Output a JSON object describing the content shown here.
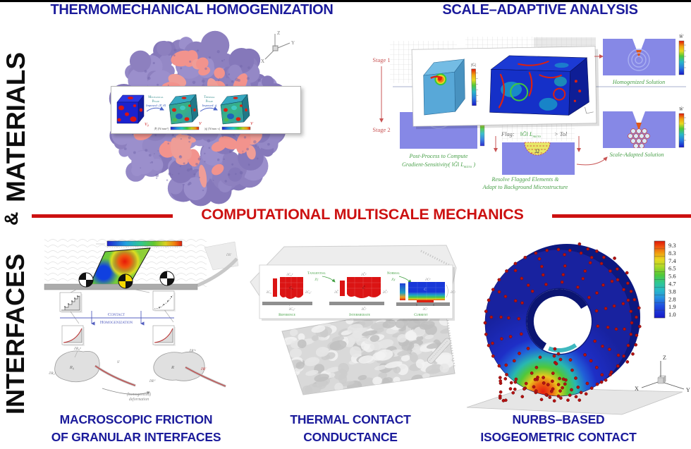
{
  "side": {
    "materials": "MATERIALS",
    "amp": "&",
    "interfaces": "INTERFACES"
  },
  "banner": {
    "title": "COMPUTATIONAL MULTISCALE MECHANICS"
  },
  "thermo": {
    "title": "THERMOMECHANICAL HOMOGENIZATION",
    "axes": {
      "x": "X",
      "y": "Y",
      "z": "Z"
    },
    "inset": {
      "v0_base": "V",
      "v0_sub": "0",
      "v1": "V",
      "v2": "V",
      "mech_l1": "Mechanical",
      "mech_l2": "Phase",
      "mech_l3": "Imposed: (F̄, θ̄)",
      "therm_l1": "Thermal",
      "therm_l2": "Phase",
      "therm_l3": "Imposed: ḡ",
      "cbar_p": "|P̄| [N/mm²]",
      "cbar_q": "|q̄| [N/mm·s]"
    }
  },
  "scale": {
    "title": "SCALE–ADAPTIVE ANALYSIS",
    "stage1": "Stage 1",
    "stage2": "Stage 2",
    "g_label": "|G|",
    "wdot1": "Ẇ",
    "wdot2": "Ẇ",
    "homog_caption": "Homogenized Solution",
    "adapted_caption": "Scale-Adapted Solution",
    "flag_prefix": "Flag:",
    "flag_expr": "‖Ḡ‖ L",
    "flag_sub": "micro",
    "flag_suffix": "> Tol",
    "post_l1": "Post-Process to Compute",
    "post_l2a": "Gradient-Sensitivity( ‖Ḡ‖ L",
    "post_l2sub": "micro",
    "post_l2b": " )",
    "resolve_l1": "Resolve Flagged Elements &",
    "resolve_l2": "Adapt to Background Microstructure",
    "omega": "Ω"
  },
  "friction": {
    "caption_l1": "MACROSCOPIC FRICTION",
    "caption_l2": "OF GRANULAR INTERFACES",
    "contact": "Contact",
    "homogenization": "Homogenization",
    "dr0_top": "∂R₀ᵖ",
    "r0": "R₀",
    "dr0_left": "∂R₀ᶠ",
    "s_prime": "S′",
    "dr_top": "∂R′ᵖ",
    "r": "R",
    "dr_red": "∂R′",
    "dr_left": "∂R′ᶠ",
    "wedge": "∂R′",
    "deform_l1": "(homogenized)",
    "deform_l2": "deformation"
  },
  "thermal": {
    "caption_l1": "THERMAL CONTACT",
    "caption_l2": "CONDUCTANCE",
    "tangential_l1": "Tangential",
    "tangential_sym": "χ",
    "tangential_sub": "T",
    "normal_l1": "Normal",
    "normal_sym": "χ",
    "normal_sub": "N",
    "reference": "Reference",
    "intermediate": "Intermediate",
    "current": "Current",
    "c0": "C₀",
    "ct": "C̃",
    "c": "C",
    "d1_top": "∂C₀ᵀ",
    "d1_left": "∂C₀",
    "d1_right": "∂C₀ᶜ",
    "d1_bottom": "∂C₀ᶜ",
    "d2_top": "∂C̃ᵀ",
    "d2_left": "∂C̃",
    "d2_right": "∂C̃ᶜ",
    "d2_bottom": "∂C̃ᶜ",
    "d3_top": "∂Cᵀ",
    "d3_right": "∂Cᶜ",
    "d3_bottom": "∂Cᶜ"
  },
  "nurbs": {
    "caption_l1": "NURBS–BASED",
    "caption_l2": "ISOGEOMETRIC CONTACT",
    "cbar": [
      "9.3",
      "8.3",
      "7.4",
      "6.5",
      "5.6",
      "4.7",
      "3.8",
      "2.8",
      "1.9",
      "1.0"
    ],
    "axes": {
      "x": "X",
      "y": "Y",
      "z": "Z"
    }
  }
}
